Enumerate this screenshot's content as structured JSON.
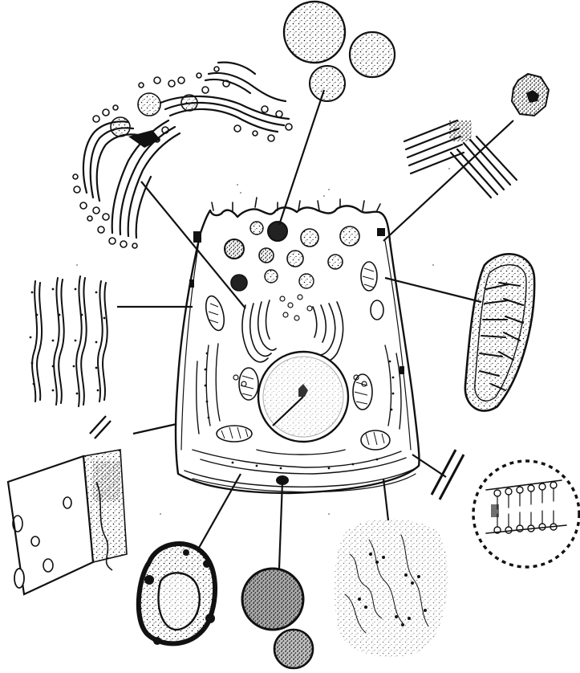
{
  "figure": {
    "subject": "cell-organelle-illustration",
    "ink_color": "#111111",
    "paper_color": "#ffffff",
    "panels": [
      {
        "key": "golgi",
        "icon": "golgi-apparatus-icon"
      },
      {
        "key": "vesicles",
        "icon": "secretory-vesicle-icon"
      },
      {
        "key": "centrioles",
        "icon": "centriole-icon"
      },
      {
        "key": "mitochondrion",
        "icon": "mitochondrion-icon"
      },
      {
        "key": "membrane",
        "icon": "lipid-bilayer-icon"
      },
      {
        "key": "ribosomes",
        "icon": "ribosome-cluster-icon"
      },
      {
        "key": "lysosomes",
        "icon": "lysosome-icon"
      },
      {
        "key": "autophagosome",
        "icon": "autophagic-vacuole-icon"
      },
      {
        "key": "nuclear-envelope",
        "icon": "nuclear-pore-icon"
      },
      {
        "key": "endoplasmic-reticulum",
        "icon": "rough-er-icon"
      }
    ]
  }
}
